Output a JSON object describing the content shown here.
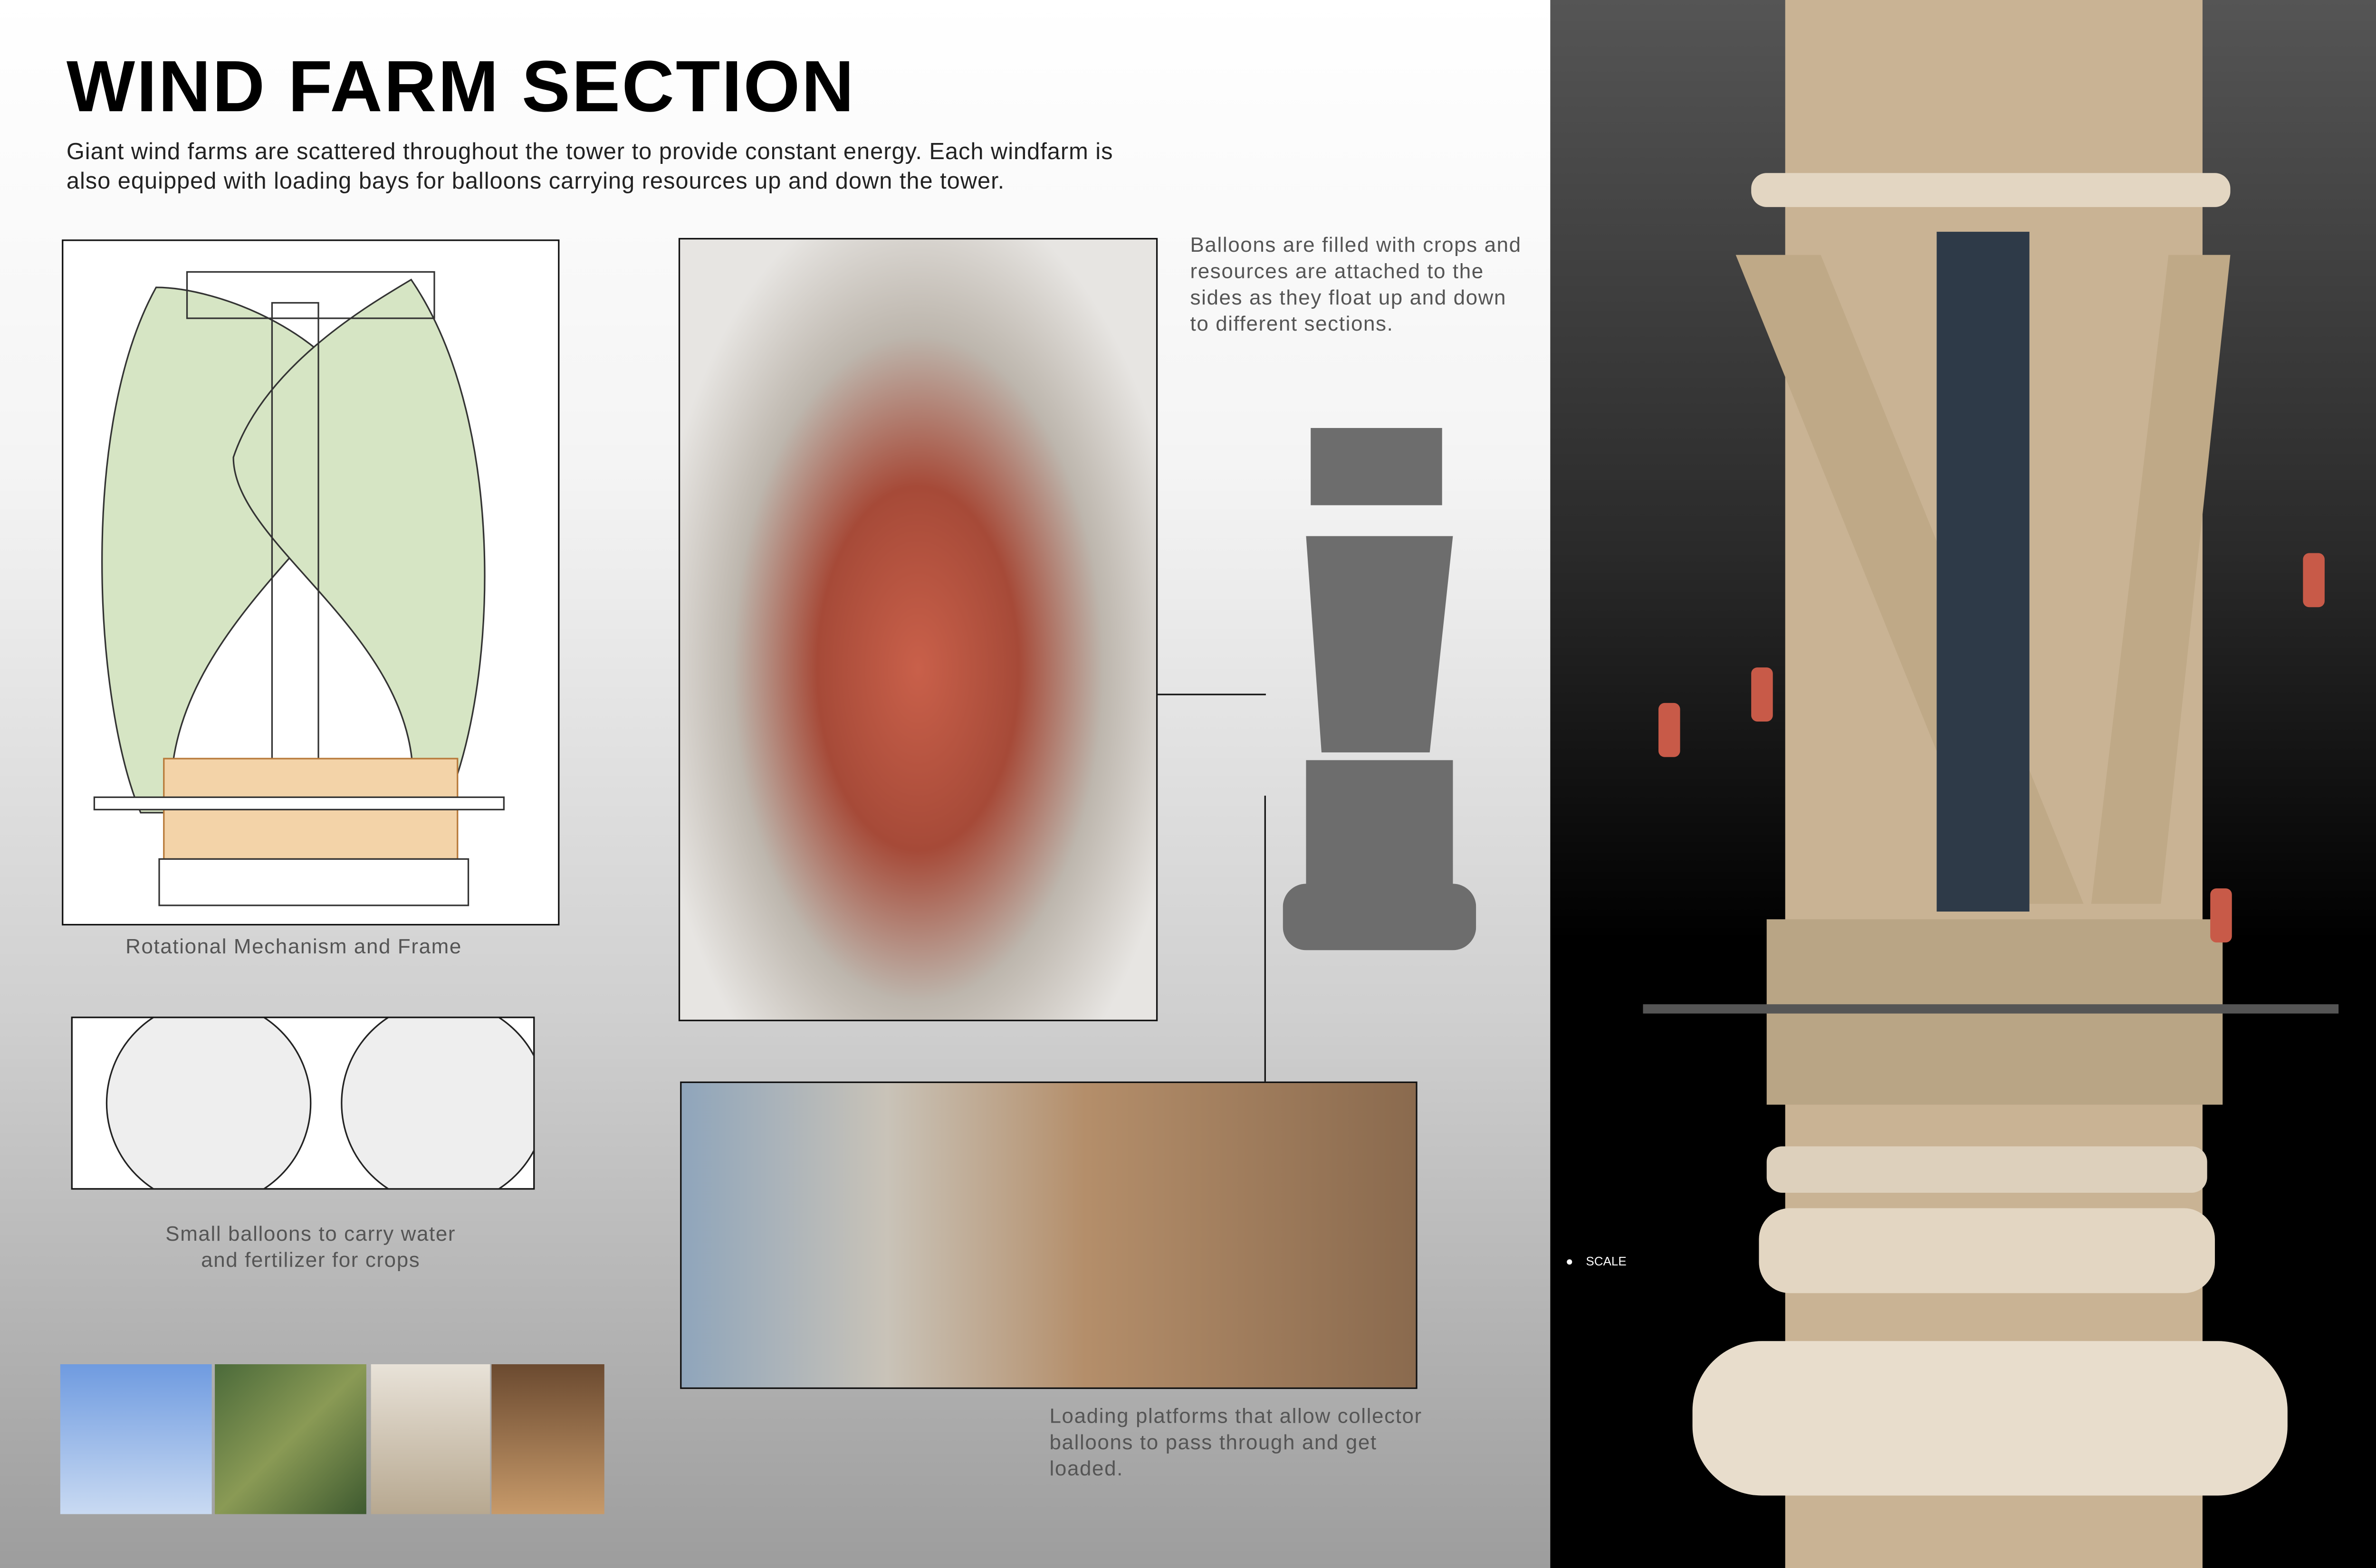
{
  "title": "WIND FARM SECTION",
  "intro": "Giant wind farms are scattered throughout the tower to provide constant energy. Each windfarm is also equipped with loading bays for balloons carrying resources up and down the tower.",
  "captions": {
    "mechanism": "Rotational Mechanism and Frame",
    "balloons": "Balloons are filled with crops and resources are attached to the sides as they float up and down to different sections.",
    "small_balloons_1": "Small balloons to carry water",
    "small_balloons_2": "and fertilizer for crops",
    "loading": "Loading platforms that allow collector balloons to pass through and get loaded."
  },
  "scale_label": "SCALE",
  "colors": {
    "blade": "#d6e5c4",
    "timber": "#e8a862",
    "balloon": "#d9614a",
    "stone": "#d9c4a6"
  }
}
